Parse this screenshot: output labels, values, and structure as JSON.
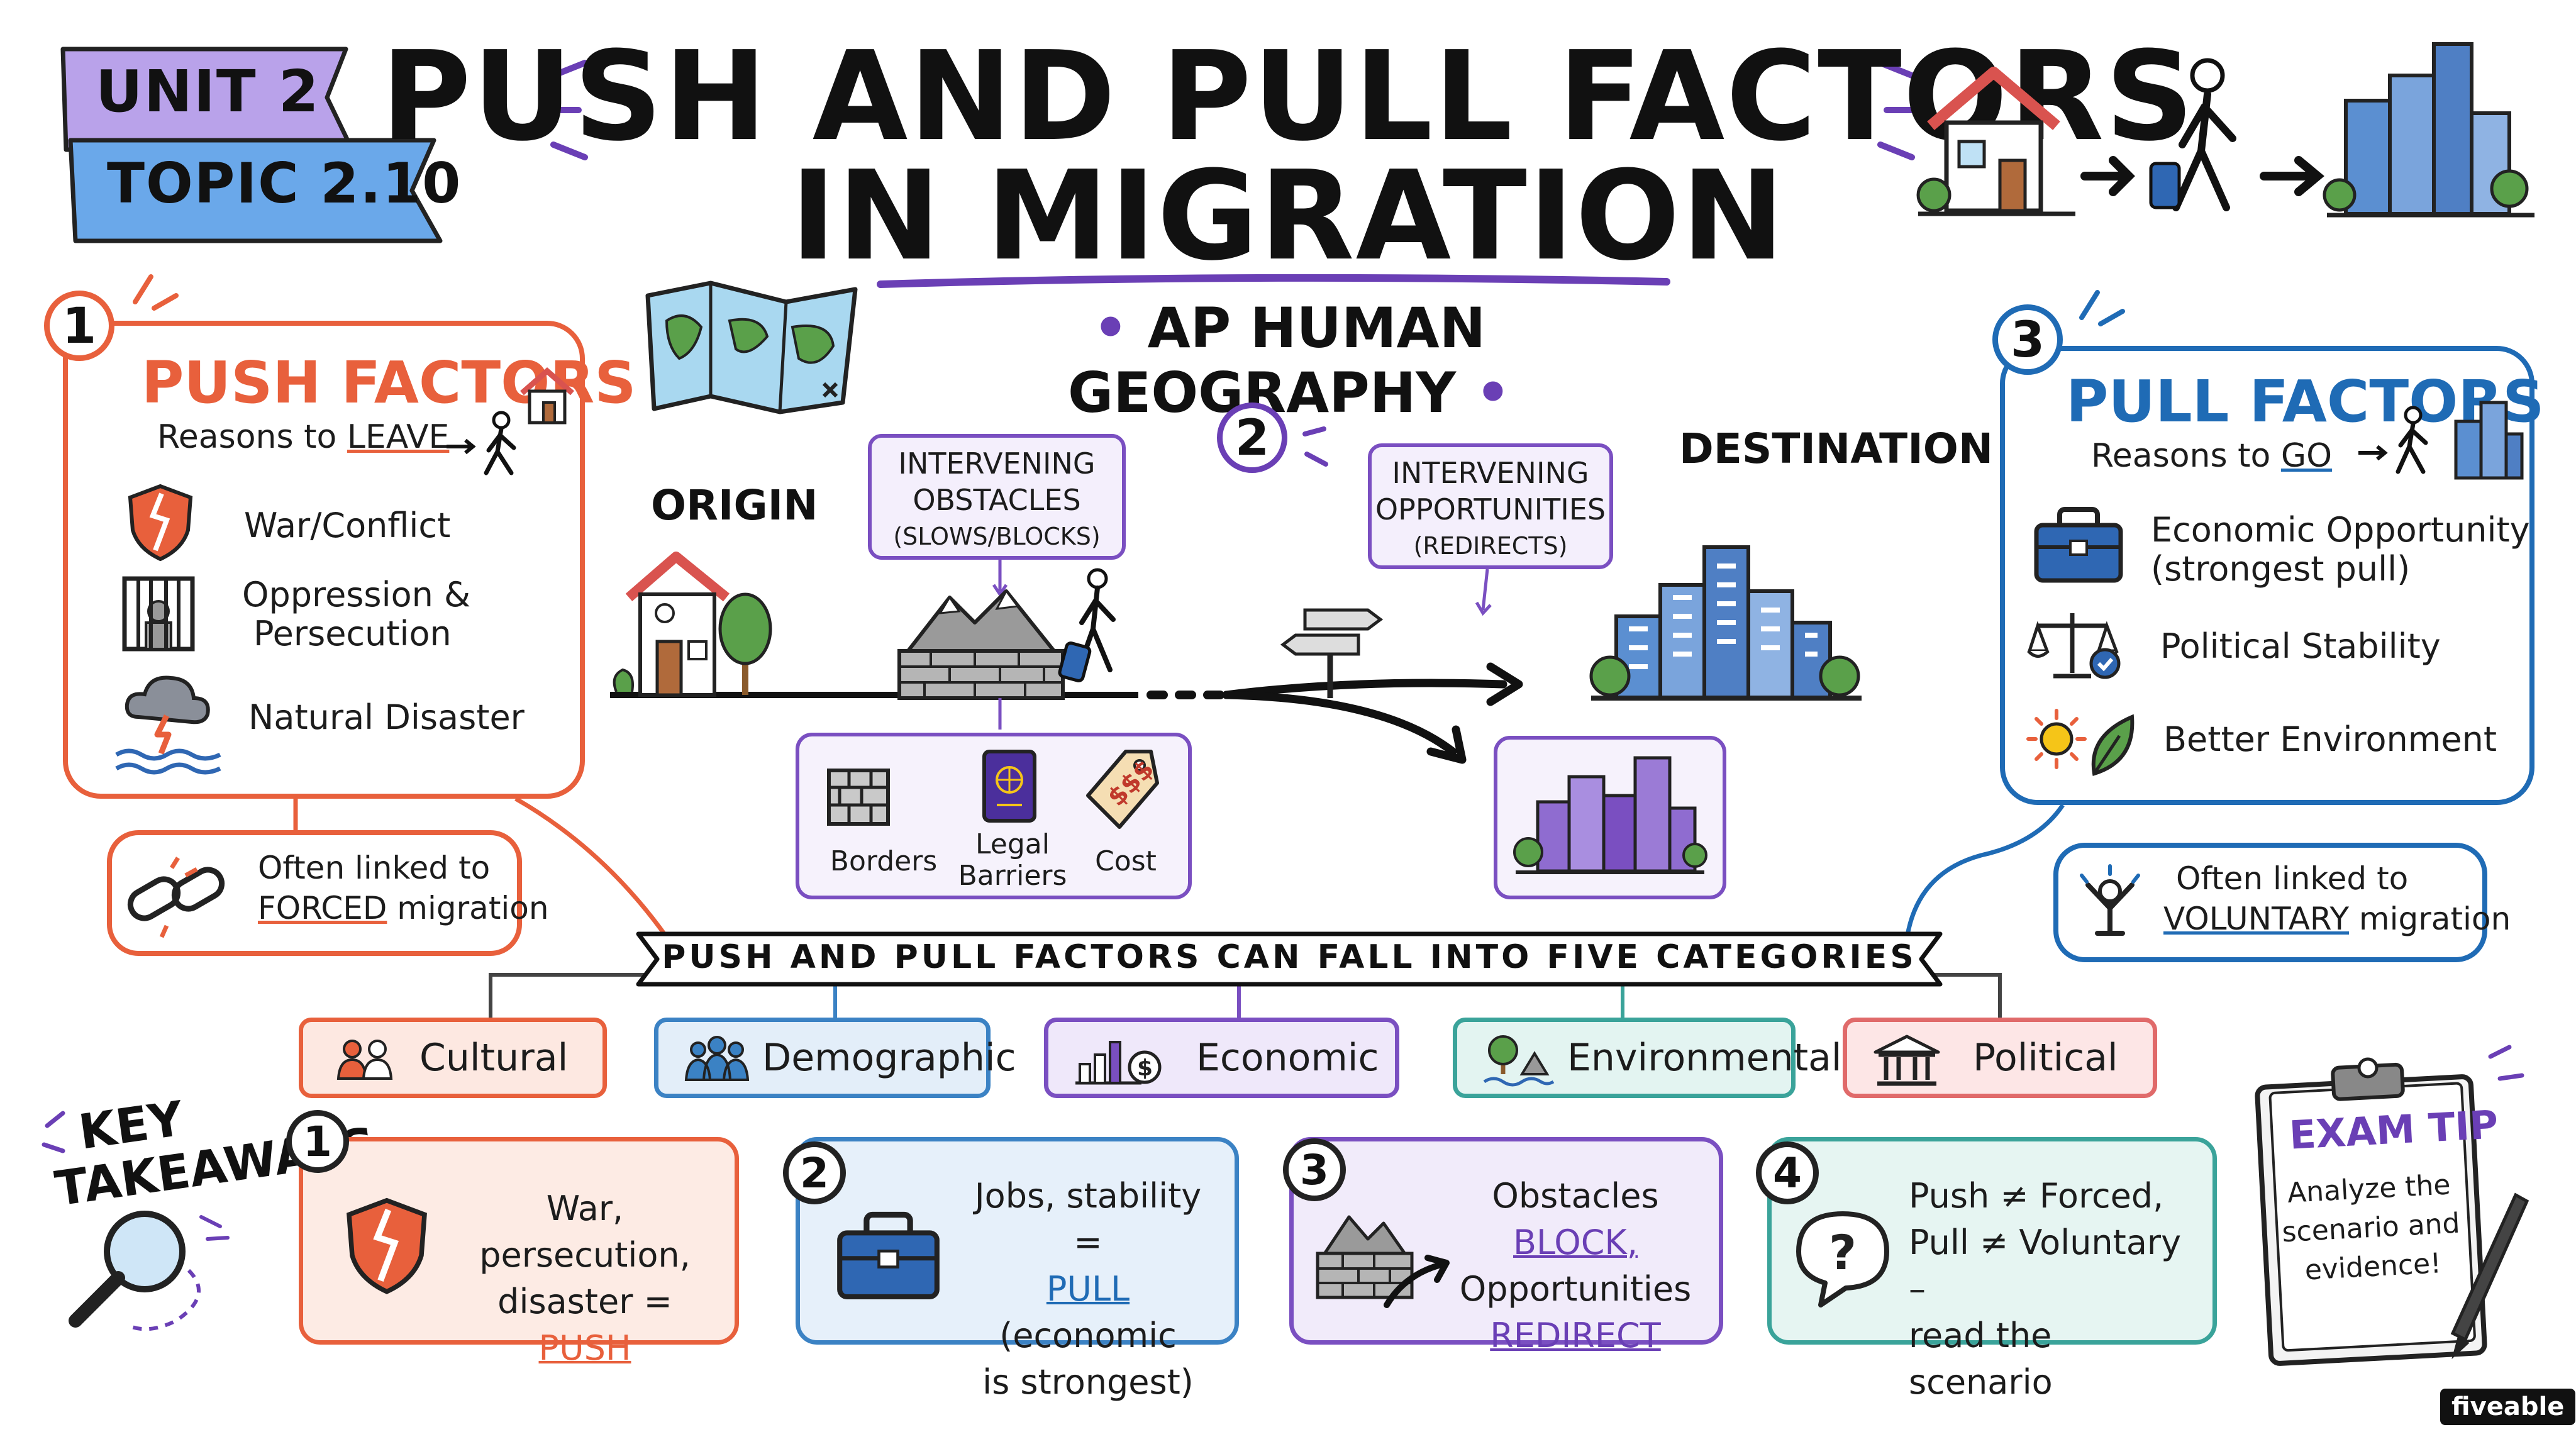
{
  "header": {
    "unit": "UNIT 2",
    "topic": "TOPIC 2.10",
    "title_line1": "PUSH AND PULL FACTORS",
    "title_line2": "IN MIGRATION",
    "course": "AP HUMAN GEOGRAPHY"
  },
  "push_panel": {
    "number": "1",
    "title": "PUSH FACTORS",
    "subtitle_prefix": "Reasons to",
    "subtitle_keyword": "LEAVE",
    "items": [
      {
        "label": "War/Conflict",
        "icon": "broken-shield-icon"
      },
      {
        "label_line1": "Oppression &",
        "label_line2": "Persecution",
        "icon": "prison-icon"
      },
      {
        "label": "Natural Disaster",
        "icon": "storm-icon"
      }
    ],
    "link_prefix": "Often linked to",
    "link_keyword": "FORCED",
    "link_suffix": "migration",
    "color": "#e8603c"
  },
  "pull_panel": {
    "number": "3",
    "title": "PULL FACTORS",
    "subtitle_prefix": "Reasons to",
    "subtitle_keyword": "GO",
    "items": [
      {
        "label_line1": "Economic Opportunity",
        "label_line2": "(strongest pull)",
        "icon": "briefcase-icon"
      },
      {
        "label": "Political Stability",
        "icon": "scales-icon"
      },
      {
        "label": "Better Environment",
        "icon": "sun-leaf-icon"
      }
    ],
    "link_prefix": "Often linked to",
    "link_keyword": "VOLUNTARY",
    "link_suffix": "migration",
    "color": "#1f6bb5"
  },
  "middle": {
    "number": "2",
    "origin_label": "ORIGIN",
    "destination_label": "DESTINATION",
    "obstacles_line1": "INTERVENING",
    "obstacles_line2": "OBSTACLES",
    "obstacles_line3": "(SLOWS/BLOCKS)",
    "opportunities_line1": "INTERVENING",
    "opportunities_line2": "OPPORTUNITIES",
    "opportunities_line3": "(REDIRECTS)",
    "barriers": [
      {
        "label": "Borders",
        "icon": "border-wall-icon"
      },
      {
        "label_line1": "Legal",
        "label_line2": "Barriers",
        "icon": "passport-icon"
      },
      {
        "label": "Cost",
        "icon": "price-tag-icon"
      }
    ],
    "accent_color": "#6a3fb5"
  },
  "categories": {
    "banner": "PUSH AND PULL FACTORS CAN FALL INTO FIVE CATEGORIES",
    "items": [
      {
        "label": "Cultural",
        "icon": "people-icon",
        "color": "#e8603c",
        "fill": "#fde8e1"
      },
      {
        "label": "Demographic",
        "icon": "crowd-icon",
        "color": "#3b82c4",
        "fill": "#e3eef9"
      },
      {
        "label": "Economic",
        "icon": "bar-chart-dollar-icon",
        "color": "#7a4fc1",
        "fill": "#efe8fa"
      },
      {
        "label": "Environmental",
        "icon": "tree-water-icon",
        "color": "#3aa39a",
        "fill": "#e3f4f1"
      },
      {
        "label": "Political",
        "icon": "government-building-icon",
        "color": "#e06a6a",
        "fill": "#fde6e6"
      }
    ]
  },
  "takeaways": {
    "heading_line1": "KEY",
    "heading_line2": "TAKEAWAYS",
    "items": [
      {
        "number": "1",
        "line1": "War, persecution,",
        "line2_prefix": "disaster =",
        "line2_keyword": "PUSH",
        "icon": "broken-shield-icon",
        "color": "#e8603c",
        "fill": "#fdebe4"
      },
      {
        "number": "2",
        "line1": "Jobs, stability =",
        "line2_keyword": "PULL",
        "line2_suffix": "(economic",
        "line3": "is strongest)",
        "icon": "briefcase-icon",
        "color": "#3b82c4",
        "fill": "#e6f0fa"
      },
      {
        "number": "3",
        "line1_prefix": "Obstacles",
        "line1_keyword": "BLOCK,",
        "line2": "Opportunities",
        "line3_keyword": "REDIRECT",
        "icon": "mountain-wall-arrow-icon",
        "color": "#7a4fc1",
        "fill": "#f1ebfa"
      },
      {
        "number": "4",
        "line1": "Push ≠ Forced,",
        "line2": "Pull ≠ Voluntary –",
        "line3": "read the scenario",
        "icon": "question-bubble-icon",
        "color": "#3aa39a",
        "fill": "#e6f5f2"
      }
    ]
  },
  "exam_tip": {
    "title": "EXAM TIP",
    "line1": "Analyze the",
    "line2": "scenario and",
    "line3": "evidence!"
  },
  "brand": "fiveable"
}
